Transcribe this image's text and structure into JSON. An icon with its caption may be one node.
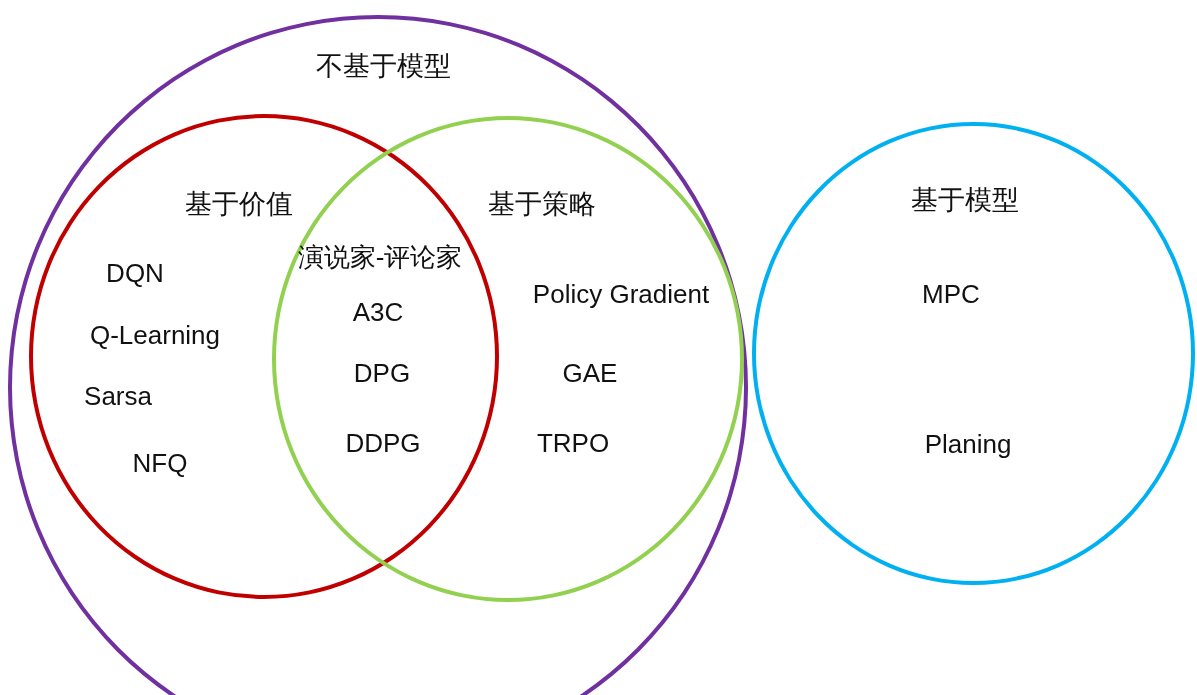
{
  "diagram": {
    "nodes": [
      {
        "text": [
          "不基于模型"
        ]
      },
      {
        "text": [
          "基于价值"
        ],
        "in": 0
      },
      {
        "text": [
          "基于策略"
        ],
        "in": 0
      },
      {
        "text": [
          "基于模型"
        ]
      }
    ],
    "labels": [
      "DQN",
      "Q-Learning",
      "Sarsa",
      "NFQ",
      "演说家-评论家",
      "A3C",
      "DPG",
      "DDPG",
      "Policy Gradient",
      "GAE",
      "TRPO",
      "MPC",
      "Planing"
    ]
  }
}
